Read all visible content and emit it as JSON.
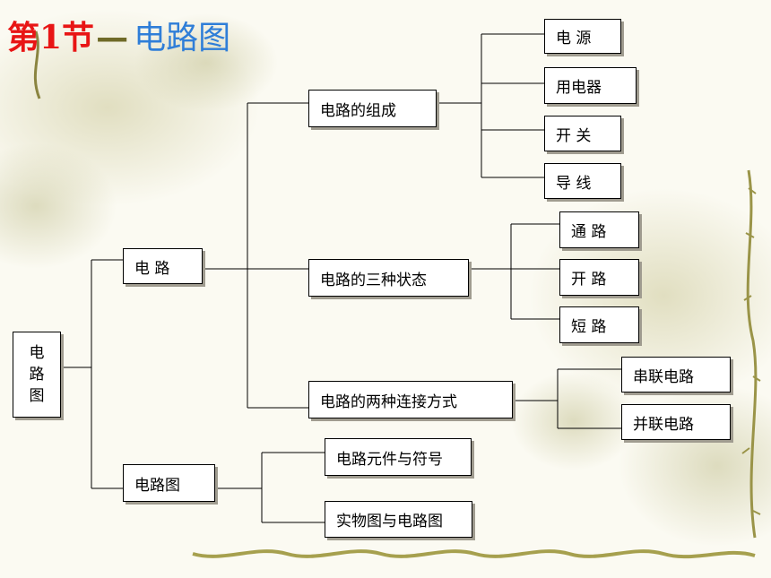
{
  "title": {
    "prefix": "第1节",
    "main": "电路图"
  },
  "diagram": {
    "root": [
      "电",
      "路",
      "图"
    ],
    "level1": {
      "circuit": "电 路",
      "circuit_diagram": "电路图"
    },
    "level2": {
      "composition": "电路的组成",
      "three_states": "电路的三种状态",
      "two_connections": "电路的两种连接方式",
      "symbols": "电路元件与符号",
      "real_to_diagram": "实物图与电路图"
    },
    "level3": {
      "power": "电 源",
      "appliance": "用电器",
      "switch": "开 关",
      "wire": "导 线",
      "closed": "通 路",
      "open": "开 路",
      "short": "短 路",
      "series": "串联电路",
      "parallel": "并联电路"
    }
  }
}
